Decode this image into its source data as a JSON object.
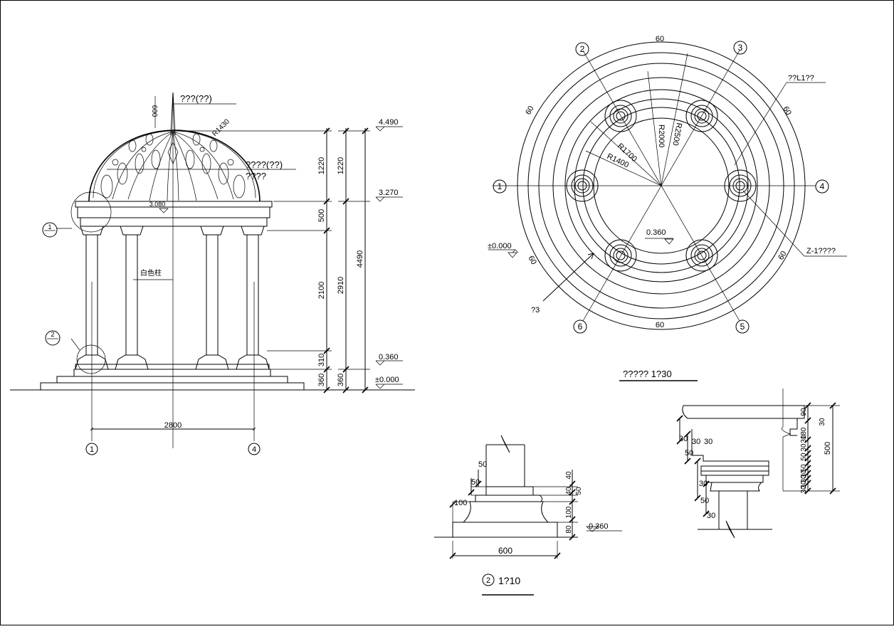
{
  "elevation": {
    "finial_label": "???(??)",
    "finial_dim": "600",
    "dome_radius": "R1430",
    "dome_label_1": "????(??)",
    "dome_label_2": "????",
    "column_label": "白色柱",
    "level_3080": "3.080",
    "levels": [
      "4.490",
      "3.270",
      "0.360",
      "±0.000"
    ],
    "dims_left": [
      "1220",
      "500",
      "2100",
      "310",
      "360"
    ],
    "dims_mid": [
      "1220",
      "2910",
      "360"
    ],
    "dim_total": "4490",
    "span": "2800",
    "axis_left": "1",
    "axis_right": "4",
    "detail_1": "1",
    "detail_2": "2"
  },
  "plan": {
    "axes": [
      "1",
      "2",
      "3",
      "4",
      "5",
      "6"
    ],
    "arc_60": [
      "60",
      "60",
      "60",
      "60",
      "60",
      "60"
    ],
    "radii": [
      "R2000",
      "R2500",
      "R1700",
      "R1400"
    ],
    "beam_label": "??L1??",
    "column_label": "Z-1????",
    "level_center": "0.360",
    "level_ground": "±0.000",
    "step_label": "?3",
    "title": "????? 1?30"
  },
  "base_detail": {
    "dims_left": [
      "50",
      "50",
      "100"
    ],
    "dims_right": [
      "40",
      "40",
      "50",
      "100",
      "80"
    ],
    "width": "600",
    "level": "0.360",
    "title_num": "2",
    "title_scale": "1?10"
  },
  "capital_detail": {
    "dims_left": [
      "30",
      "30",
      "30",
      "50",
      "30",
      "50",
      "30"
    ],
    "dims_right": [
      "90",
      "180",
      "50",
      "30",
      "30",
      "50",
      "30",
      "30",
      "30",
      "30"
    ],
    "dims_outer": [
      "30",
      "500"
    ]
  }
}
